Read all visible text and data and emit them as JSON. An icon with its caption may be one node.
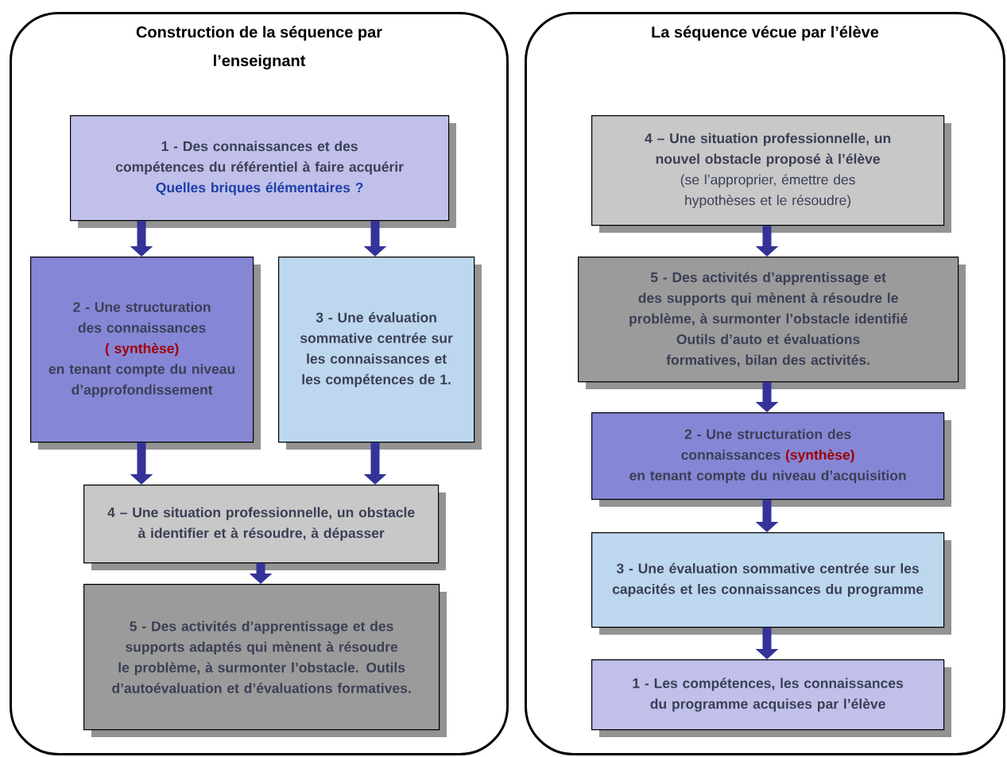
{
  "diagram": {
    "nodes": [
      {
        "text": [
          "Construction de la séquence par l’enseignant"
        ]
      },
      {
        "text": [
          "1 - Des connaissances et des compétences du référentiel à faire acquérir",
          "Quelles briques élémentaires ?"
        ],
        "in": 0
      },
      {
        "text": [
          "2 - Une structuration des connaissances",
          "( synthèse)",
          "en tenant compte du niveau d’approfondissement"
        ],
        "in": 0
      },
      {
        "text": [
          "3 - Une évaluation sommative centrée sur les connaissances et les compétences de 1."
        ],
        "in": 0
      },
      {
        "text": [
          "4 – Une situation professionnelle, un obstacle à identifier et à résoudre, à dépasser"
        ],
        "in": 0
      },
      {
        "text": [
          "5 - Des activités d’apprentissage et des supports adaptés qui mènent à résoudre le problème, à surmonter l’obstacle. Outils d’autoévaluation et d’évaluations formatives."
        ],
        "in": 0
      },
      {
        "text": [
          "La séquence vécue par l’élève"
        ]
      },
      {
        "text": [
          "4 – Une situation professionnelle, un nouvel obstacle proposé à l’élève",
          "(se l’approprier, émettre des hypothèses et le résoudre)"
        ],
        "in": 6
      },
      {
        "text": [
          "5 - Des activités d’apprentissage et des supports qui mènent à résoudre le problème, à surmonter l’obstacle identifié",
          "Outils d’auto et évaluations formatives, bilan des activités."
        ],
        "in": 6
      },
      {
        "text": [
          "2 - Une structuration des connaissances",
          "(synthèse)",
          "en tenant compte du niveau d’acquisition"
        ],
        "in": 6
      },
      {
        "text": [
          "3 - Une évaluation sommative centrée sur les capacités et les connaissances du programme"
        ],
        "in": 6
      },
      {
        "text": [
          "1 - Les compétences, les connaissances du programme acquises par l’élève"
        ],
        "in": 6
      }
    ],
    "edges": [
      {
        "from": 1,
        "to": 2,
        "arrow": "to"
      },
      {
        "from": 1,
        "to": 3,
        "arrow": "to"
      },
      {
        "from": 2,
        "to": 4,
        "arrow": "to"
      },
      {
        "from": 3,
        "to": 4,
        "arrow": "to"
      },
      {
        "from": 4,
        "to": 5,
        "arrow": "to"
      },
      {
        "from": 7,
        "to": 8,
        "arrow": "to"
      },
      {
        "from": 8,
        "to": 9,
        "arrow": "to"
      },
      {
        "from": 9,
        "to": 10,
        "arrow": "to"
      },
      {
        "from": 10,
        "to": 11,
        "arrow": "to"
      }
    ]
  }
}
